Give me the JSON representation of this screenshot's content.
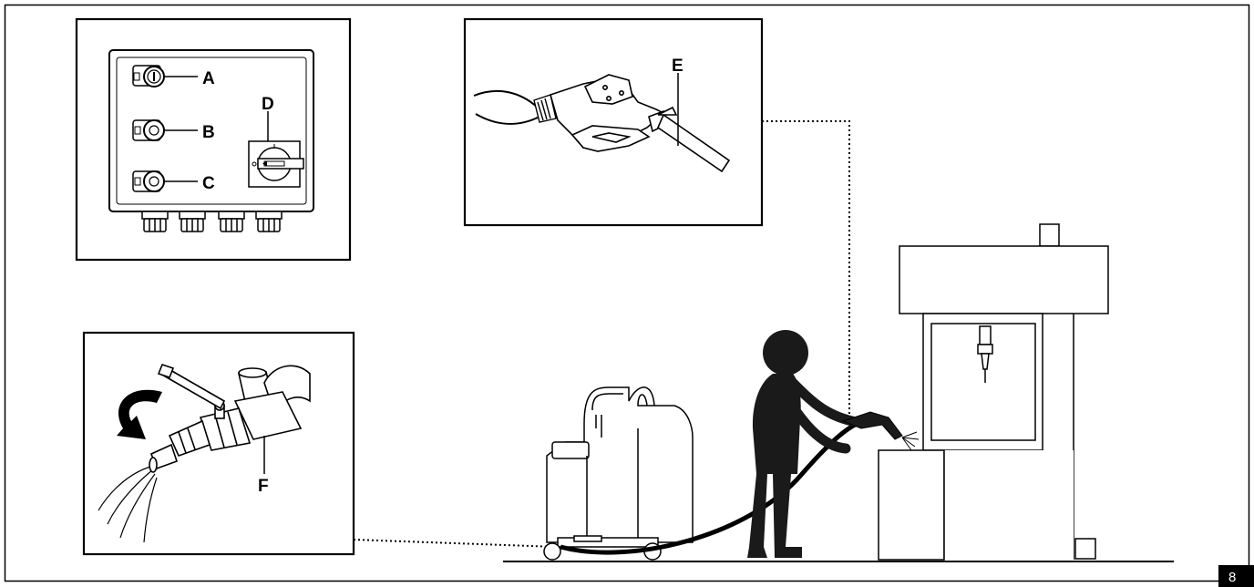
{
  "labels": {
    "a": "A",
    "b": "B",
    "c": "C",
    "d": "D",
    "e": "E",
    "f": "F"
  },
  "page_number": "8",
  "colors": {
    "line": "#000000",
    "figure": "#1a1a1a",
    "background": "#ffffff",
    "badge": "#000000"
  }
}
